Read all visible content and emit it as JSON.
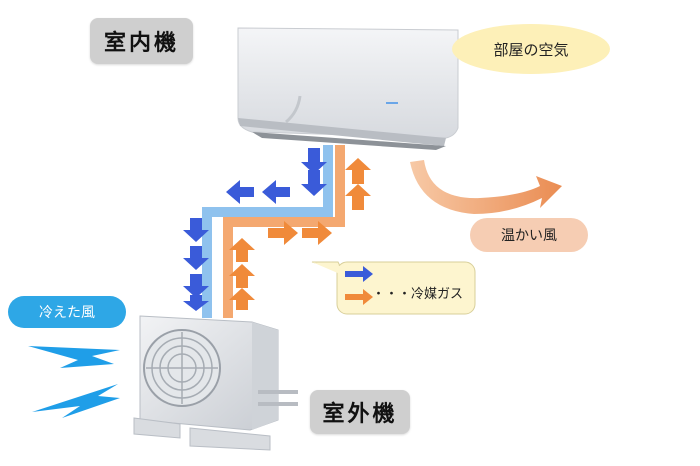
{
  "labels": {
    "indoor_unit": "室内機",
    "outdoor_unit": "室外機",
    "room_air": "部屋の空気",
    "warm_air": "温かい風",
    "cold_air": "冷えた風"
  },
  "legend": {
    "refrigerant": "・・・冷媒ガス"
  },
  "colors": {
    "cold_arrow": "#3a5bd9",
    "warm_arrow": "#f08a3a",
    "pipe_blue": "#8fc2ee",
    "pipe_orange": "#f4a870",
    "cold_air_bubble": "#2ea7e6",
    "warm_air_bubble": "#f6cdb3",
    "room_air_bubble": "#fdf0b8",
    "label_box": "#cfcfcf",
    "legend_bg": "#fdf5cf"
  }
}
